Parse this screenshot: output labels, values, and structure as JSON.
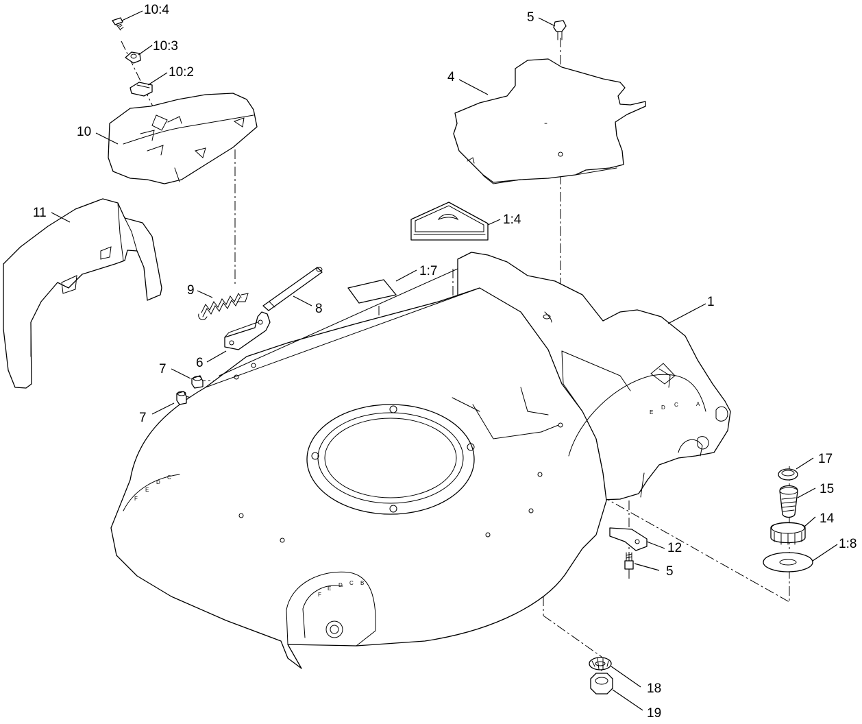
{
  "callouts": {
    "c10_4": "10:4",
    "c10_3": "10:3",
    "c10_2": "10:2",
    "c10": "10",
    "c11": "11",
    "c9": "9",
    "c8": "8",
    "c6": "6",
    "c7a": "7",
    "c7b": "7",
    "c5_top": "5",
    "c4": "4",
    "c1_4": "1:4",
    "c1_7": "1:7",
    "c1": "1",
    "c17": "17",
    "c15": "15",
    "c14": "14",
    "c1_8": "1:8",
    "c12": "12",
    "c5_bottom": "5",
    "c18": "18",
    "c19": "19"
  },
  "height_letters": {
    "right": [
      "E",
      "D",
      "C",
      "A"
    ],
    "left_side": [
      "F",
      "E",
      "D",
      "C"
    ],
    "rear": [
      "F",
      "E",
      "D",
      "C",
      "B"
    ]
  },
  "colors": {
    "line": "#000000",
    "background": "#ffffff"
  }
}
